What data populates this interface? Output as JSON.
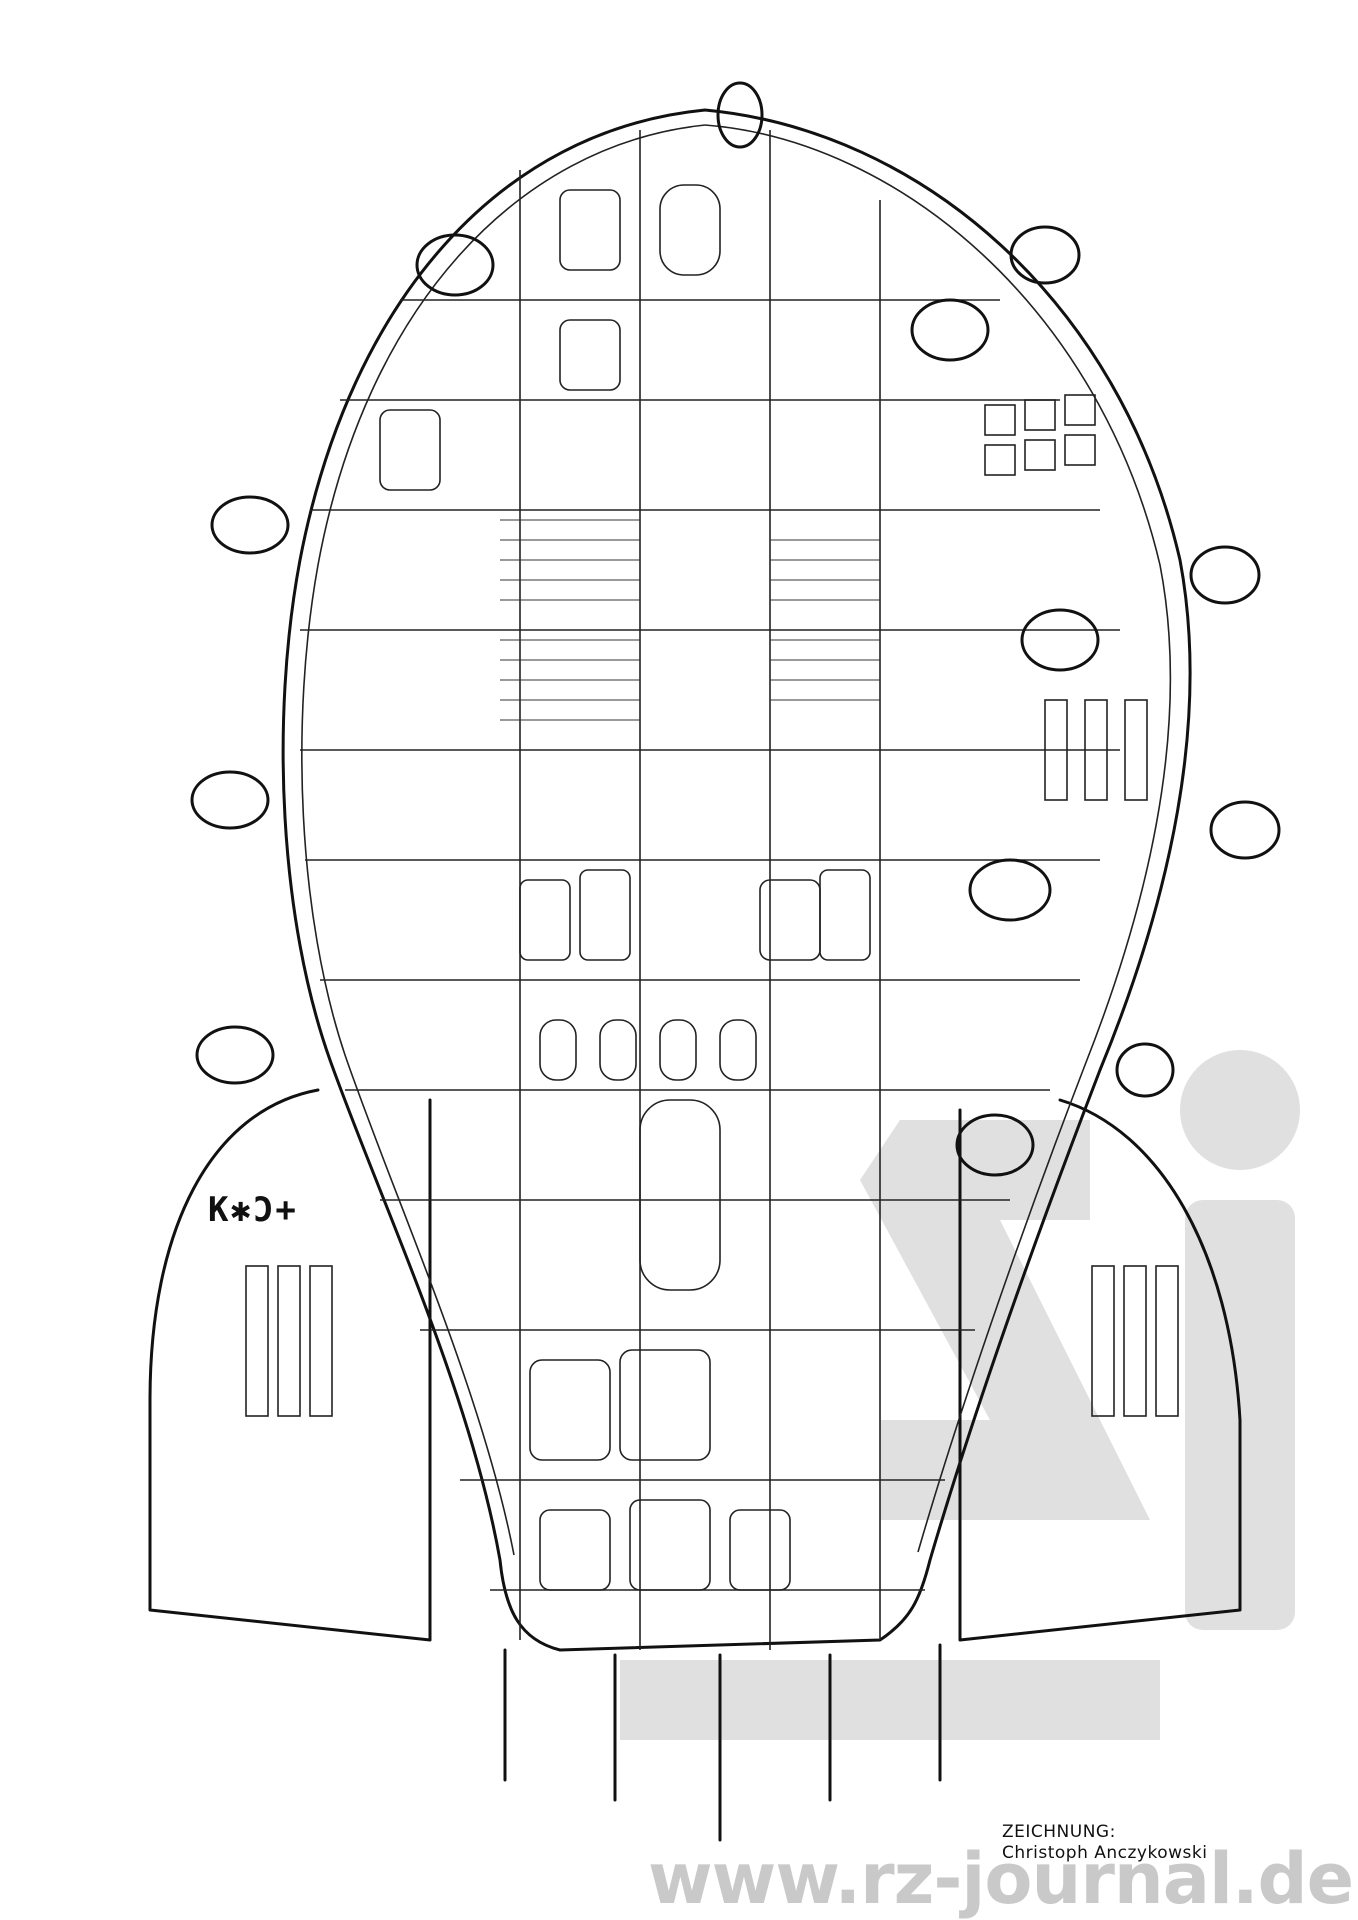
{
  "credit": {
    "line1": "ZEICHNUNG:",
    "line2": "Christoph Anczykowski"
  },
  "hull_marking": "K✱Ͻ+",
  "watermark": {
    "url": "www.rz-journal.de"
  },
  "colors": {
    "ink": "#111111",
    "paper": "#ffffff",
    "watermark": "#c9c9c9"
  }
}
